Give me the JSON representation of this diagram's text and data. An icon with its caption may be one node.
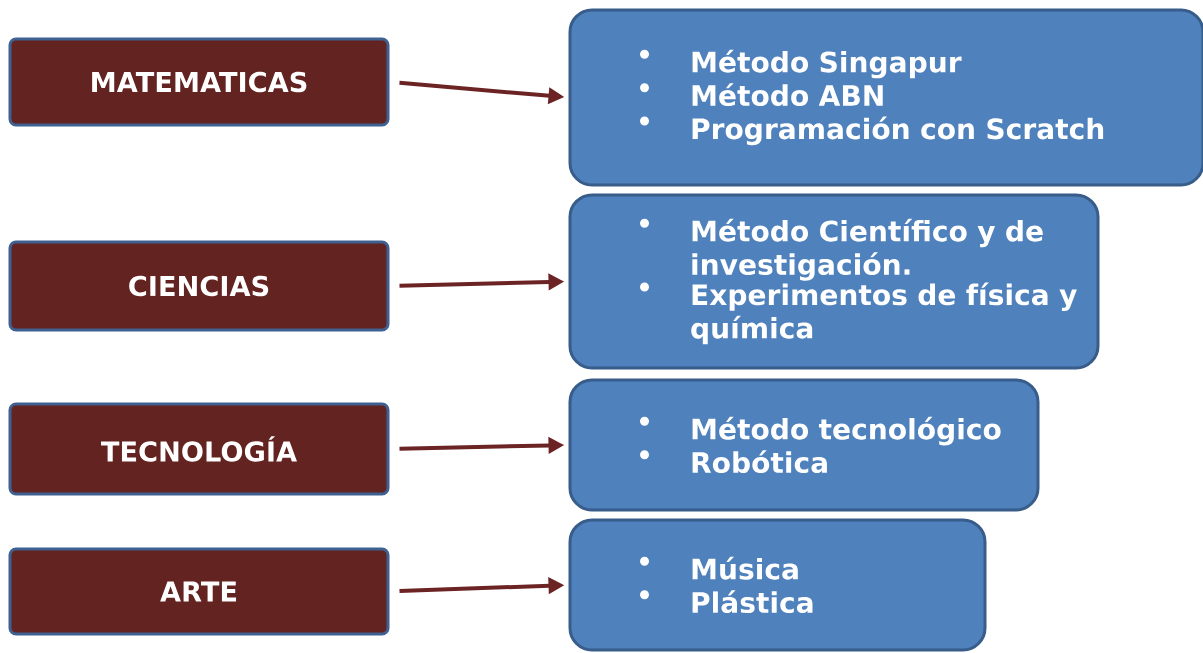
{
  "diagram": {
    "nodes": [
      {
        "text": [
          "MATEMATICAS"
        ]
      },
      {
        "text": [
          "Método Singapur",
          "Método ABN",
          "Programación con Scratch"
        ]
      },
      {
        "text": [
          "CIENCIAS"
        ]
      },
      {
        "text": [
          "Método Científico y de investigación.",
          "Experimentos de física y química"
        ]
      },
      {
        "text": [
          "TECNOLOGÍA"
        ]
      },
      {
        "text": [
          "Método tecnológico",
          "Robótica"
        ]
      },
      {
        "text": [
          "ARTE"
        ]
      },
      {
        "text": [
          "Música",
          "Plástica"
        ]
      }
    ],
    "edges": [
      {
        "from": 0,
        "to": 1,
        "arrow": "to"
      },
      {
        "from": 2,
        "to": 3,
        "arrow": "to"
      },
      {
        "from": 4,
        "to": 5,
        "arrow": "to"
      },
      {
        "from": 6,
        "to": 7,
        "arrow": "to"
      }
    ]
  }
}
